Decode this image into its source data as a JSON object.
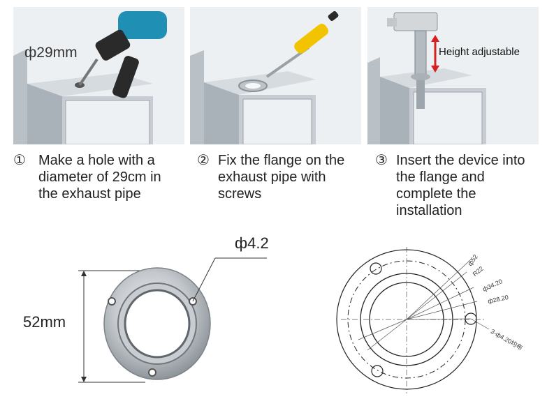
{
  "photos": {
    "drill_label": "ф29mm",
    "height_label": "Height adjustable"
  },
  "steps": [
    {
      "number": "①",
      "lines": [
        "Make a hole with a",
        "diameter of 29cm in",
        "the exhaust pipe"
      ]
    },
    {
      "number": "②",
      "lines": [
        "Fix the flange on the",
        "exhaust pipe with",
        "screws"
      ]
    },
    {
      "number": "③",
      "lines": [
        "Insert the device into",
        "the flange and",
        "complete the",
        "installation"
      ]
    }
  ],
  "flange": {
    "height_label": "52mm",
    "hole_label": "ф4.2"
  },
  "drawing": {
    "dims": [
      "ф52",
      "R22",
      "ф34.20",
      "ф28.20",
      "3-ф4.20均布"
    ]
  },
  "colors": {
    "drill_body": "#1f8fb3",
    "screwdriver_handle": "#f2c400",
    "arrow_red": "#d81e1e"
  }
}
